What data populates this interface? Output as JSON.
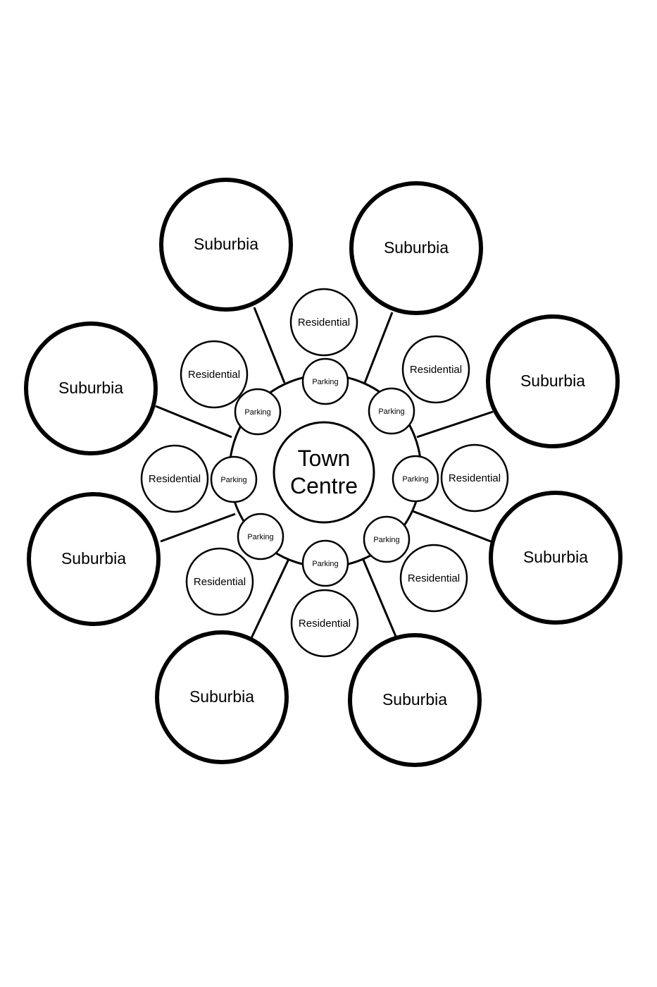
{
  "center": {
    "lines": [
      "Town",
      "Centre"
    ]
  },
  "suburbia": [
    {
      "label": "Suburbia"
    },
    {
      "label": "Suburbia"
    },
    {
      "label": "Suburbia"
    },
    {
      "label": "Suburbia"
    },
    {
      "label": "Suburbia"
    },
    {
      "label": "Suburbia"
    },
    {
      "label": "Suburbia"
    },
    {
      "label": "Suburbia"
    }
  ],
  "residential": [
    {
      "label": "Residential"
    },
    {
      "label": "Residential"
    },
    {
      "label": "Residential"
    },
    {
      "label": "Residential"
    },
    {
      "label": "Residential"
    },
    {
      "label": "Residential"
    },
    {
      "label": "Residential"
    },
    {
      "label": "Residential"
    }
  ],
  "parking": [
    {
      "label": "Parking"
    },
    {
      "label": "Parking"
    },
    {
      "label": "Parking"
    },
    {
      "label": "Parking"
    },
    {
      "label": "Parking"
    },
    {
      "label": "Parking"
    },
    {
      "label": "Parking"
    },
    {
      "label": "Parking"
    }
  ]
}
